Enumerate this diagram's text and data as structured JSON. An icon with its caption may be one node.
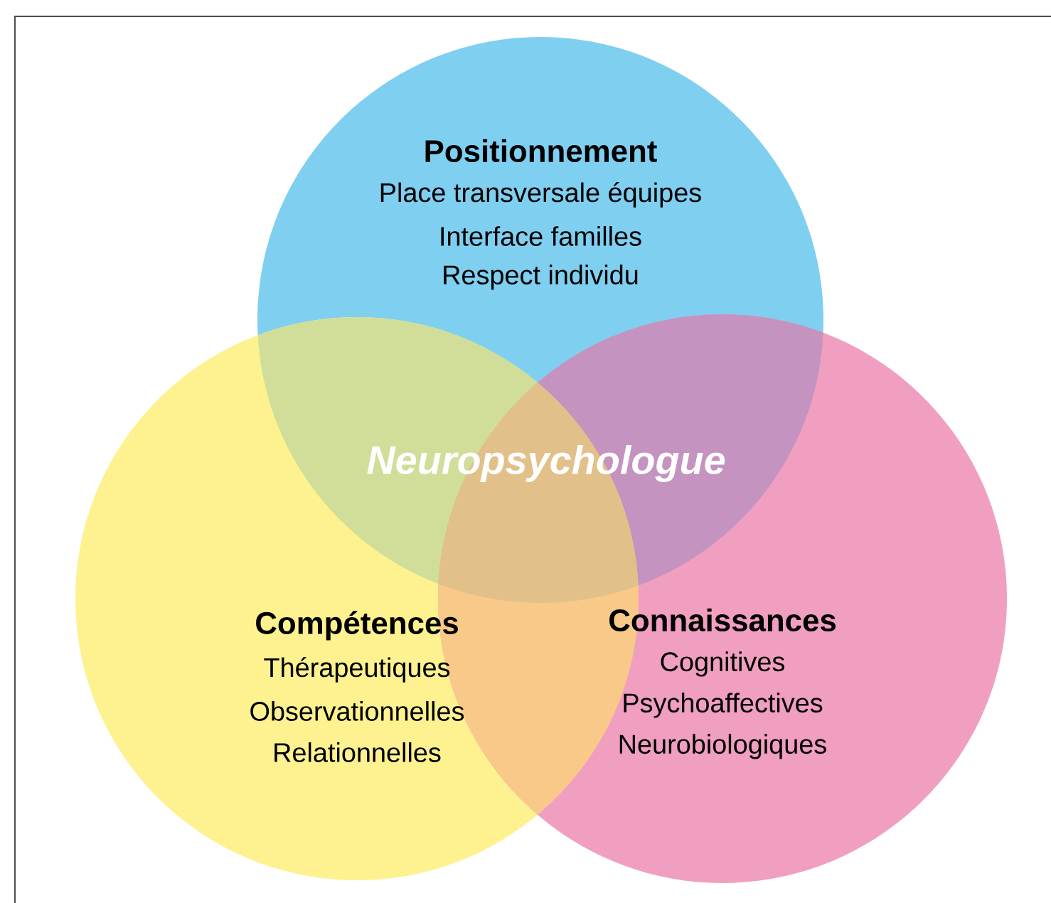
{
  "diagram": {
    "nodes": [
      {
        "text": [
          "Positionnement",
          "Place transversale équipes",
          "Interface familles",
          "Respect individu"
        ]
      },
      {
        "text": [
          "Compétences",
          "Thérapeutiques",
          "Observationnelles",
          "Relationnelles"
        ]
      },
      {
        "text": [
          "Connaissances",
          "Cognitives",
          "Psychoaffectives",
          "Neurobiologiques"
        ]
      }
    ],
    "labels": [
      "Neuropsychologue"
    ]
  }
}
